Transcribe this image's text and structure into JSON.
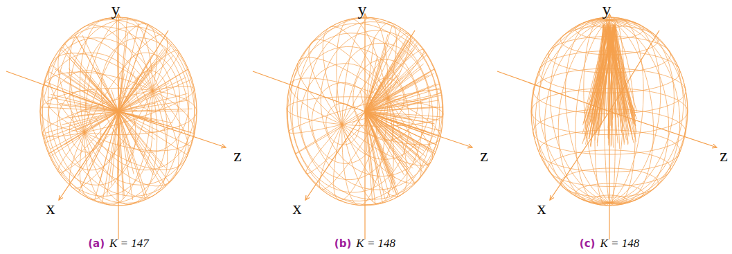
{
  "diagram": {
    "labels": [
      "y",
      "z",
      "x",
      "(a)",
      "K = 147",
      "y",
      "z",
      "x",
      "(b)",
      "K = 148",
      "y",
      "z",
      "x",
      "(c)",
      "K = 148"
    ]
  }
}
